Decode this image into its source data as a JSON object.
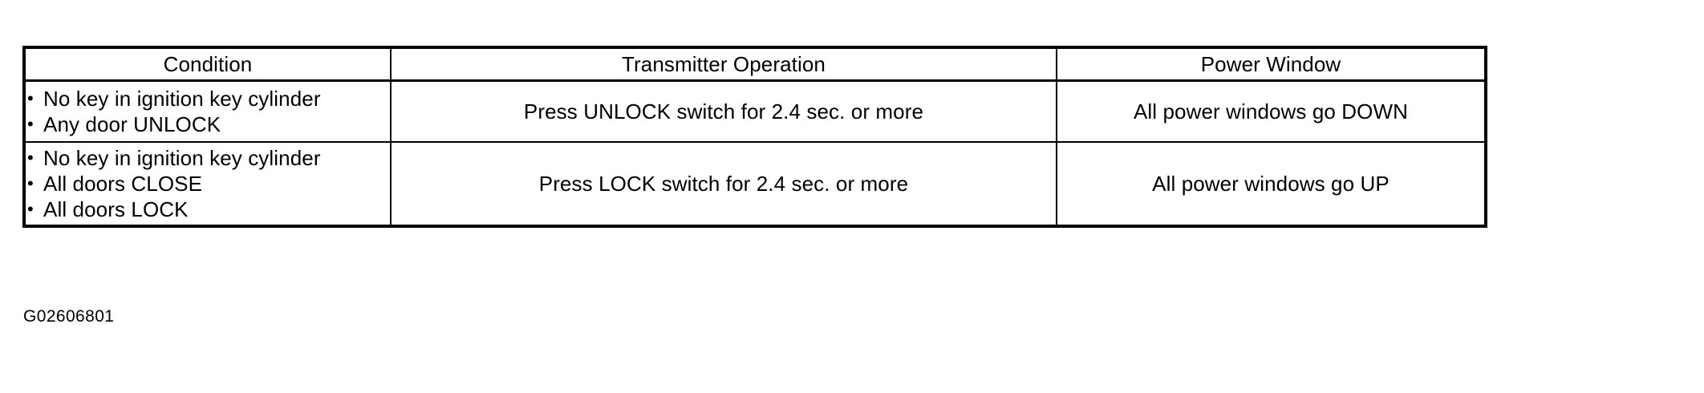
{
  "document": {
    "figure_caption": "G02606801",
    "bullet_glyph": "•"
  },
  "table": {
    "headers": [
      {
        "label": "Condition"
      },
      {
        "label": "Transmitter Operation"
      },
      {
        "label": "Power Window"
      }
    ],
    "rows": [
      {
        "conditions": [
          "No key in ignition key cylinder",
          "Any door UNLOCK"
        ],
        "transmitter_operation": "Press UNLOCK switch for 2.4 sec. or more",
        "power_window": "All power windows go DOWN"
      },
      {
        "conditions": [
          "No key in ignition key cylinder",
          "All doors CLOSE",
          "All doors LOCK"
        ],
        "transmitter_operation": "Press LOCK switch for 2.4 sec. or more",
        "power_window": "All power windows go UP"
      }
    ]
  },
  "colors": {
    "ink": "#000000",
    "paper": "#ffffff"
  }
}
